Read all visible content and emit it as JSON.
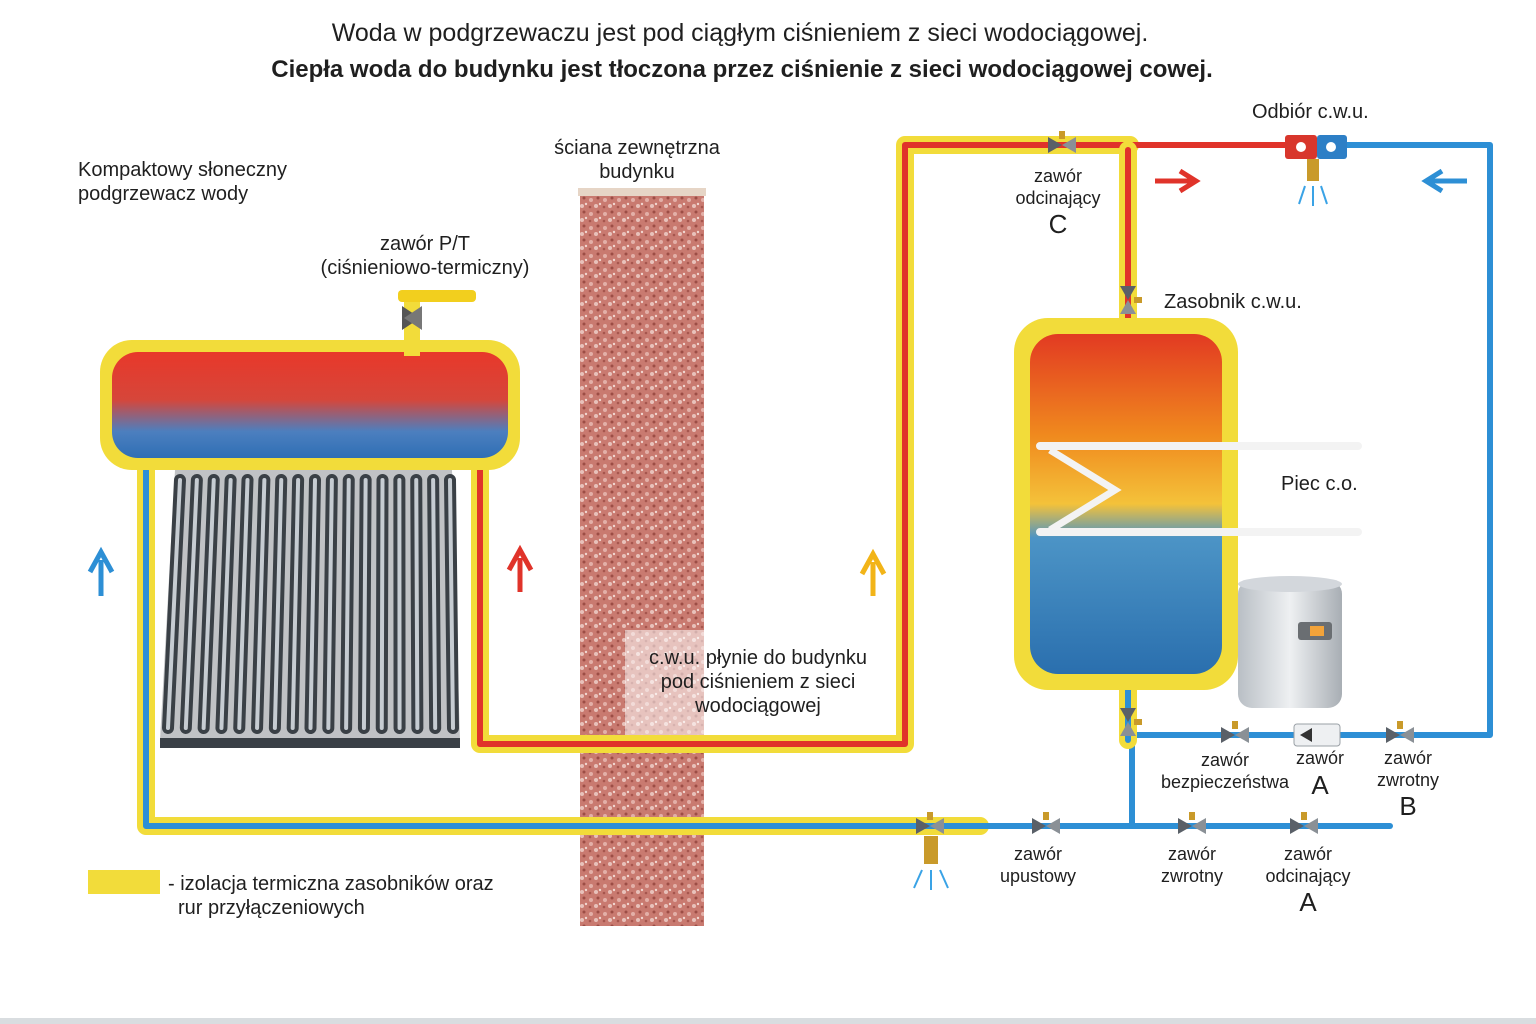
{
  "title_line1": "Woda w podgrzewaczu jest pod ciągłym ciśnieniem z sieci wodociągowej.",
  "title_line2": "Ciepła woda do budynku jest tłoczona przez ciśnienie z sieci wodociągowej cowej.",
  "labels": {
    "solar_heater": [
      "Kompaktowy słoneczny",
      "podgrzewacz wody"
    ],
    "pt_valve": [
      "zawór P/T",
      "(ciśnieniowo-termiczny)"
    ],
    "wall": [
      "ściana zewnętrzna",
      "budynku"
    ],
    "flow_note": [
      "c.w.u. płynie do budynku",
      "pod ciśnieniem z sieci",
      "wodociągowej"
    ],
    "hot_water_outlet": "Odbiór c.w.u.",
    "shutoff_valve_c": [
      "zawór",
      "odcinający"
    ],
    "shutoff_valve_c_letter": "C",
    "storage_tank": "Zasobnik c.w.u.",
    "boiler": "Piec c.o.",
    "safety_valve": [
      "zawór",
      "bezpieczeństwa"
    ],
    "valve_a_top": "zawór",
    "valve_a_top_letter": "A",
    "check_valve_b": [
      "zawór",
      "zwrotny"
    ],
    "check_valve_b_letter": "B",
    "drain_valve": [
      "zawór",
      "upustowy"
    ],
    "check_valve": [
      "zawór",
      "zwrotny"
    ],
    "shutoff_valve_a": [
      "zawór",
      "odcinający"
    ],
    "shutoff_valve_a_letter": "A"
  },
  "legend": {
    "insulation": [
      "- izolacja termiczna zasobników oraz",
      "rur przyłączeniowych"
    ]
  },
  "colors": {
    "hot": "#e0332a",
    "cold": "#2d8fd5",
    "insulation": "#f2dc3a",
    "wall": "#c97a70",
    "upflow_arrow": "#f2b418"
  }
}
